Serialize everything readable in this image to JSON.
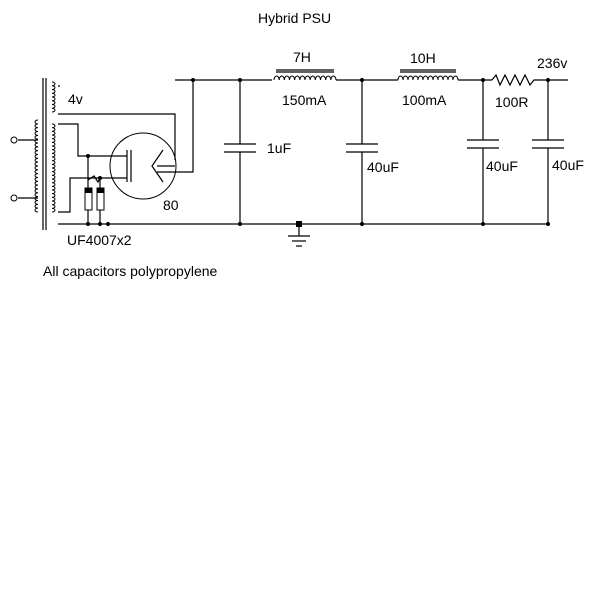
{
  "title": "Hybrid PSU",
  "labels": {
    "transformer_secondary": "4v",
    "choke1": "7H",
    "choke1_current": "150mA",
    "choke2": "10H",
    "choke2_current": "100mA",
    "resistor": "100R",
    "output_voltage": "236v",
    "cap1": "1uF",
    "cap2": "40uF",
    "cap3": "40uF",
    "cap4": "40uF",
    "rectifier_tube": "80",
    "diodes": "UF4007x2",
    "note": "All capacitors polypropylene"
  }
}
